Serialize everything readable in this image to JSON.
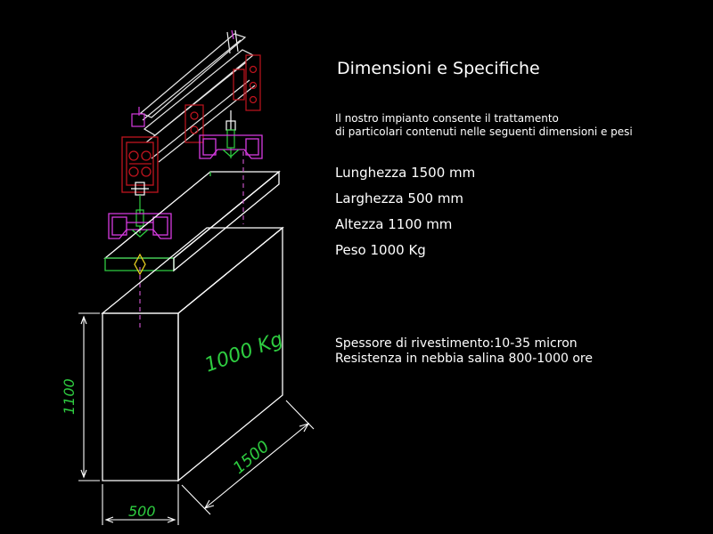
{
  "title": "Dimensioni e Specifiche",
  "intro": [
    "Il nostro impianto consente il trattamento",
    "di particolari contenuti nelle seguenti dimensioni e pesi"
  ],
  "specs": [
    "Lunghezza 1500 mm",
    "Larghezza 500 mm",
    "Altezza 1100 mm",
    "Peso 1000 Kg"
  ],
  "extra": [
    "Spessore di rivestimento:10-35 micron",
    "Resistenza in nebbia salina 800-1000 ore"
  ],
  "drawing": {
    "weight_label": "1000 Kg",
    "dim_height": "1100",
    "dim_width": "500",
    "dim_length": "1500"
  },
  "colors": {
    "background": "#000000",
    "outline": "#ffffff",
    "annotation": "#2ecc40",
    "fixture": "#d63ae0",
    "clamp": "#c0141e",
    "centerline": "#c050c0"
  }
}
